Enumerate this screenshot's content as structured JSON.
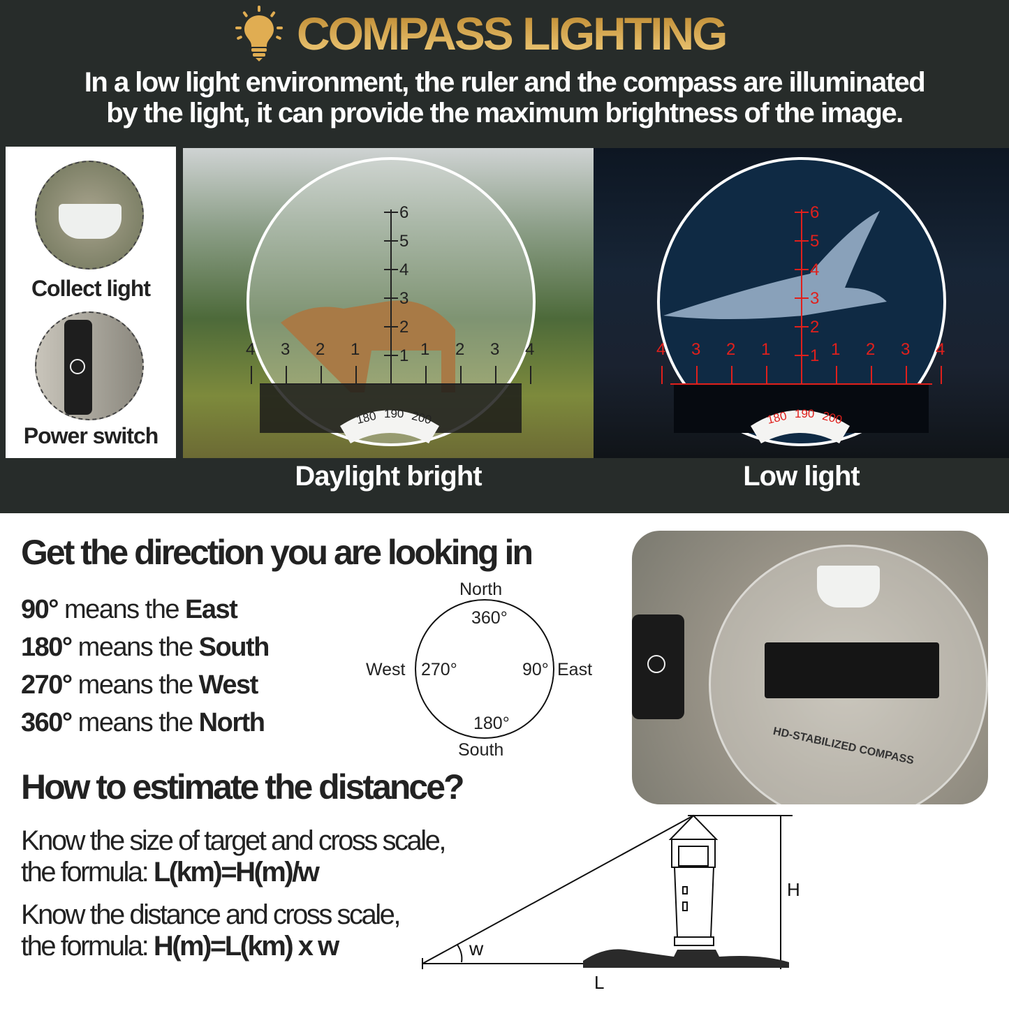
{
  "header": {
    "title": "COMPASS LIGHTING",
    "subtitle_line1": "In a low light environment, the ruler and the compass are illuminated",
    "subtitle_line2": "by the light, it can provide the maximum brightness of the image."
  },
  "left_panel": {
    "collect_label": "Collect light",
    "power_label": "Power switch"
  },
  "reticle": {
    "vertical": [
      "6",
      "5",
      "4",
      "3",
      "2",
      "1"
    ],
    "horizontal": [
      "4",
      "3",
      "2",
      "1",
      "1",
      "2",
      "3",
      "4"
    ],
    "compass": [
      "180",
      "190",
      "200"
    ]
  },
  "captions": {
    "day": "Daylight bright",
    "night": "Low light"
  },
  "colors": {
    "gold": "#d9a744",
    "night_reticle": "#e0201c",
    "bg_dark": "#272c2a"
  },
  "direction": {
    "heading": "Get the direction you are looking in",
    "items": [
      {
        "deg": "90°",
        "mid": " means the ",
        "dir": "East"
      },
      {
        "deg": "180°",
        "mid": " means the ",
        "dir": "South"
      },
      {
        "deg": "270°",
        "mid": " means the ",
        "dir": "West"
      },
      {
        "deg": "360°",
        "mid": " means the ",
        "dir": "North"
      }
    ],
    "compass": {
      "north": "North",
      "south": "South",
      "east": "East",
      "west": "West",
      "n_deg": "360°",
      "s_deg": "180°",
      "e_deg": "90°",
      "w_deg": "270°"
    }
  },
  "device": {
    "ring_text": "HD-STABILIZED COMPASS"
  },
  "distance": {
    "heading": "How to estimate the distance?",
    "f1_line1": "Know the size of target and cross scale,",
    "f1_prefix": "the formula: ",
    "f1_formula": "L(km)=H(m)/w",
    "f2_line1": "Know the distance and cross scale,",
    "f2_prefix": "the formula: ",
    "f2_formula": "H(m)=L(km) x w",
    "diagram": {
      "h": "H",
      "l": "L",
      "w": "w"
    }
  }
}
